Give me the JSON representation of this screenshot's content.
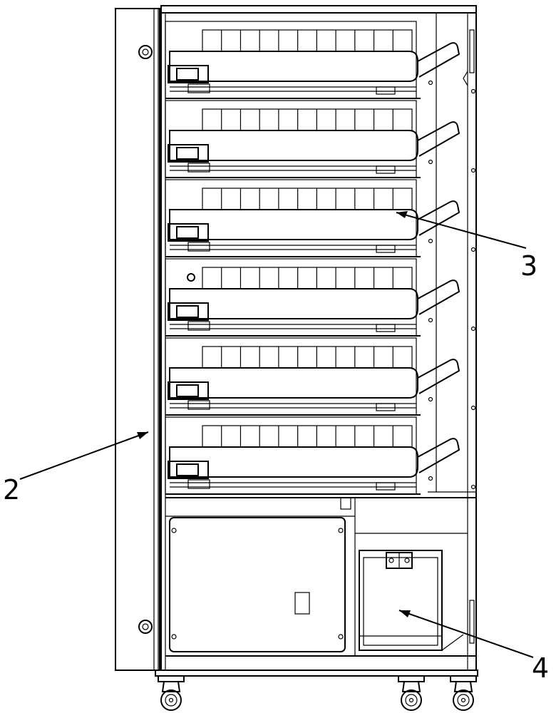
{
  "labels": {
    "door": "2",
    "shelf": "3",
    "bin": "4"
  },
  "diagram": {
    "shelf_count": 6,
    "slots_per_shelf": 11,
    "caster_count": 3
  }
}
